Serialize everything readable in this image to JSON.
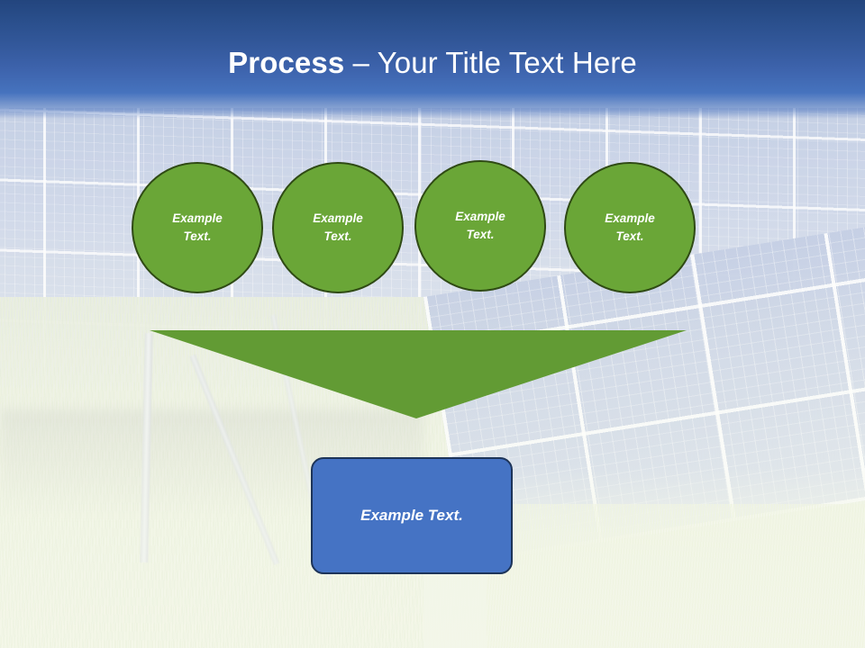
{
  "slide": {
    "title_bold": "Process",
    "title_rest": " – Your Title Text Here",
    "colors": {
      "title_band_top": "#23457E",
      "title_band_bottom": "#4673BE",
      "circle_fill": "#6AA637",
      "circle_border": "#2F4A14",
      "arrow_fill": "#629B34",
      "box_fill": "#4573C4",
      "box_border": "#1D3459",
      "text": "#FFFFFF"
    }
  },
  "steps": [
    {
      "label": "Example\nText."
    },
    {
      "label": "Example\nText."
    },
    {
      "label": "Example\nText."
    },
    {
      "label": "Example\nText."
    }
  ],
  "arrow": {
    "name": "down-arrow",
    "direction": "down"
  },
  "result": {
    "label": "Example Text."
  }
}
